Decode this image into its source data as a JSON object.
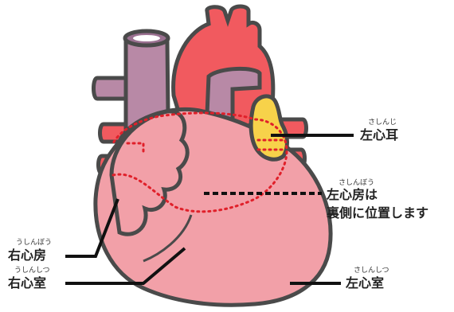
{
  "colors": {
    "outline": "#4a4a4a",
    "heart": "#f2a0a8",
    "heart_shadow": "#e48a94",
    "artery": "#f15a5f",
    "vein": "#b889a6",
    "vein_dark": "#9a7090",
    "auricle": "#f7d24a",
    "dotted": "#e0202a",
    "background": "#ffffff"
  },
  "labels": {
    "left_auricle": {
      "text": "左心耳",
      "reading": "さしんじ"
    },
    "left_atrium": {
      "text": "左心房は",
      "reading": "さしんぼう",
      "note": "裏側に位置します"
    },
    "right_atrium": {
      "text": "右心房",
      "reading": "うしんぼう"
    },
    "right_ventricle": {
      "text": "右心室",
      "reading": "うしんしつ"
    },
    "left_ventricle": {
      "text": "左心室",
      "reading": "さしんしつ"
    }
  }
}
